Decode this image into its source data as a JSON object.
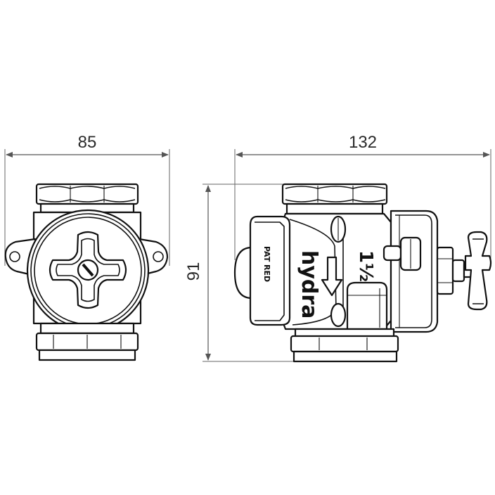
{
  "dimensions": {
    "width_front": "85",
    "length_side": "132",
    "height": "91"
  },
  "markings": {
    "size": "1½",
    "brand": "hydra",
    "patent": "PAT RED"
  }
}
